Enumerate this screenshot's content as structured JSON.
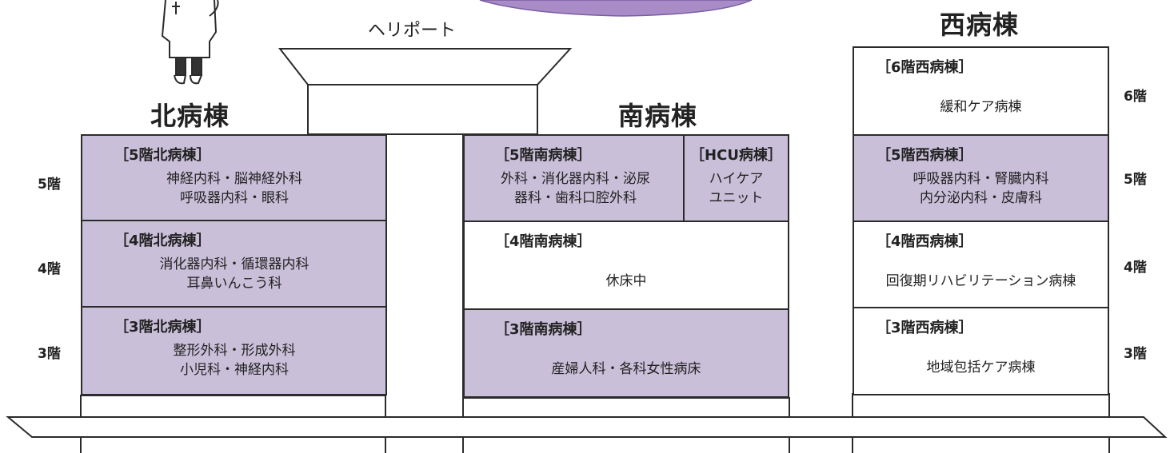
{
  "heliport": "ヘリポート",
  "wings": {
    "north": "北病棟",
    "south": "南病棟",
    "west": "西病棟"
  },
  "floors_left": [
    "5階",
    "4階",
    "3階"
  ],
  "floors_right": [
    "6階",
    "5階",
    "4階",
    "3階"
  ],
  "north": [
    {
      "title": "［5階北病棟］",
      "body": "神経内科・脳神経外科\n呼吸器内科・眼科"
    },
    {
      "title": "［4階北病棟］",
      "body": "消化器内科・循環器内科\n耳鼻いんこう科"
    },
    {
      "title": "［3階北病棟］",
      "body": "整形外科・形成外科\n小児科・神経内科"
    }
  ],
  "south": [
    {
      "title": "［5階南病棟］",
      "body": "外科・消化器内科・泌尿\n器科・歯科口腔外科"
    },
    {
      "title": "［HCU病棟］",
      "body": "ハイケア\nユニット"
    },
    {
      "title": "［4階南病棟］",
      "body": "休床中"
    },
    {
      "title": "［3階南病棟］",
      "body": "産婦人科・各科女性病床"
    }
  ],
  "west": [
    {
      "title": "［6階西病棟］",
      "body": "緩和ケア病棟"
    },
    {
      "title": "［5階西病棟］",
      "body": "呼吸器内科・腎臓内科\n内分泌内科・皮膚科"
    },
    {
      "title": "［4階西病棟］",
      "body": "回復期リハビリテーション病棟"
    },
    {
      "title": "［3階西病棟］",
      "body": "地域包括ケア病棟"
    }
  ],
  "colors": {
    "ward_fill": "#c9bfd9",
    "banner": "#a98bc8",
    "outline": "#2b2b2b"
  }
}
